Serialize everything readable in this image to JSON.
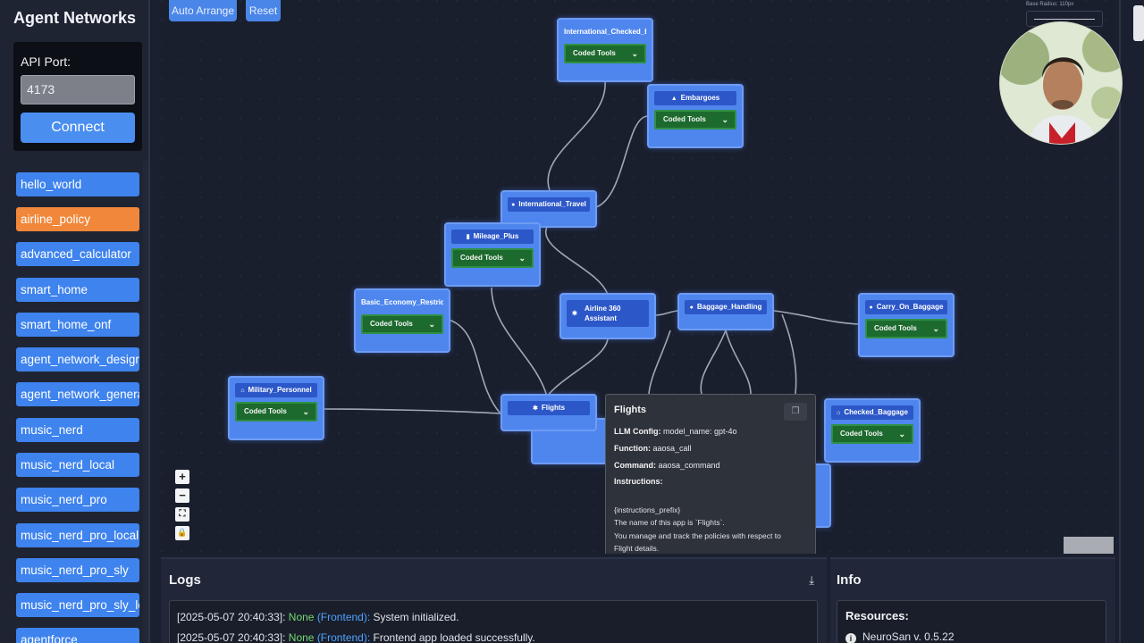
{
  "sidebar": {
    "title": "Agent Networks",
    "api_port_label": "API Port:",
    "api_port_value": "4173",
    "connect_label": "Connect",
    "networks": [
      {
        "label": "hello_world",
        "active": false
      },
      {
        "label": "airline_policy",
        "active": true
      },
      {
        "label": "advanced_calculator",
        "active": false
      },
      {
        "label": "smart_home",
        "active": false
      },
      {
        "label": "smart_home_onf",
        "active": false
      },
      {
        "label": "agent_network_designer",
        "active": false
      },
      {
        "label": "agent_network_generator",
        "active": false
      },
      {
        "label": "music_nerd",
        "active": false
      },
      {
        "label": "music_nerd_local",
        "active": false
      },
      {
        "label": "music_nerd_pro",
        "active": false
      },
      {
        "label": "music_nerd_pro_local",
        "active": false
      },
      {
        "label": "music_nerd_pro_sly",
        "active": false
      },
      {
        "label": "music_nerd_pro_sly_local",
        "active": false
      },
      {
        "label": "agentforce",
        "active": false
      }
    ]
  },
  "toolbar": {
    "auto_arrange": "Auto Arrange",
    "reset": "Reset",
    "ratio_label": "Base Radius: 110px"
  },
  "graph": {
    "tool_select_label": "Coded Tools",
    "nodes": {
      "intl_checked_baggage": "International_Checked_Baggage",
      "embargoes": "Embargoes",
      "international_travel": "International_Travel",
      "mileage_plus": "Mileage_Plus",
      "basic_economy": "Basic_Economy_Restrictions",
      "airline_360": "Airline 360 Assistant",
      "baggage_handling": "Baggage_Handling",
      "carry_on_baggage": "Carry_On_Baggage",
      "military_personnel": "Military_Personnel",
      "flights": "Flights",
      "checked_baggage": "Checked_Baggage"
    },
    "zoom_controls": {
      "zoom_in": "+",
      "zoom_out": "−",
      "fit": "⛶",
      "lock": "🔒"
    }
  },
  "tooltip": {
    "title": "Flights",
    "llm_config_label": "LLM Config:",
    "llm_config_value": "model_name: gpt-4o",
    "function_label": "Function:",
    "function_value": "aaosa_call",
    "command_label": "Command:",
    "command_value": "aaosa_command",
    "instructions_label": "Instructions:",
    "instructions_lines": [
      "{instructions_prefix}",
      "The name of this app is `Flights`.",
      "You manage and track the policies with respect to",
      "Flight details."
    ]
  },
  "logs": {
    "title": "Logs",
    "entries": [
      {
        "time": "[2025-05-07 20:40:33]:",
        "level": "None",
        "source": "(Frontend):",
        "message": "System initialized."
      },
      {
        "time": "[2025-05-07 20:40:33]:",
        "level": "None",
        "source": "(Frontend):",
        "message": "Frontend app loaded successfully."
      }
    ]
  },
  "info": {
    "title": "Info",
    "resources_label": "Resources:",
    "version": "NeuroSan v. 0.5.22"
  },
  "colors": {
    "node_blue": "#4f86ee",
    "tool_green": "#1d6a2e",
    "active_orange": "#f0873a",
    "log_level_green": "#74d774",
    "log_source_blue": "#4ea3ff"
  }
}
